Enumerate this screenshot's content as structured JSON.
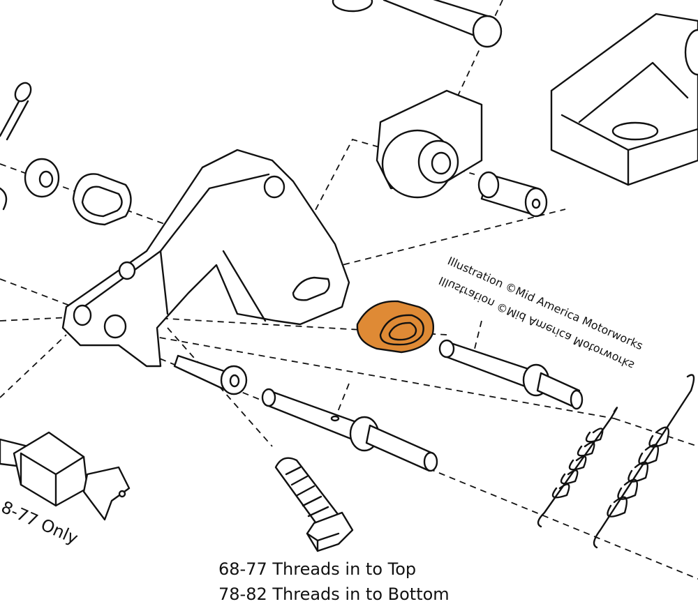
{
  "watermark": {
    "text": "Illustration ©Mid America Motorworks",
    "mirrored_text": "Illustration ©Mid America Motorworks"
  },
  "labels": {
    "switch_note": "8-77 Only",
    "bolt_note_line1": "68-77 Threads in to Top",
    "bolt_note_line2": "78-82 Threads in to Bottom"
  },
  "colors": {
    "highlight_part": "#df8a35",
    "line": "#111111"
  }
}
